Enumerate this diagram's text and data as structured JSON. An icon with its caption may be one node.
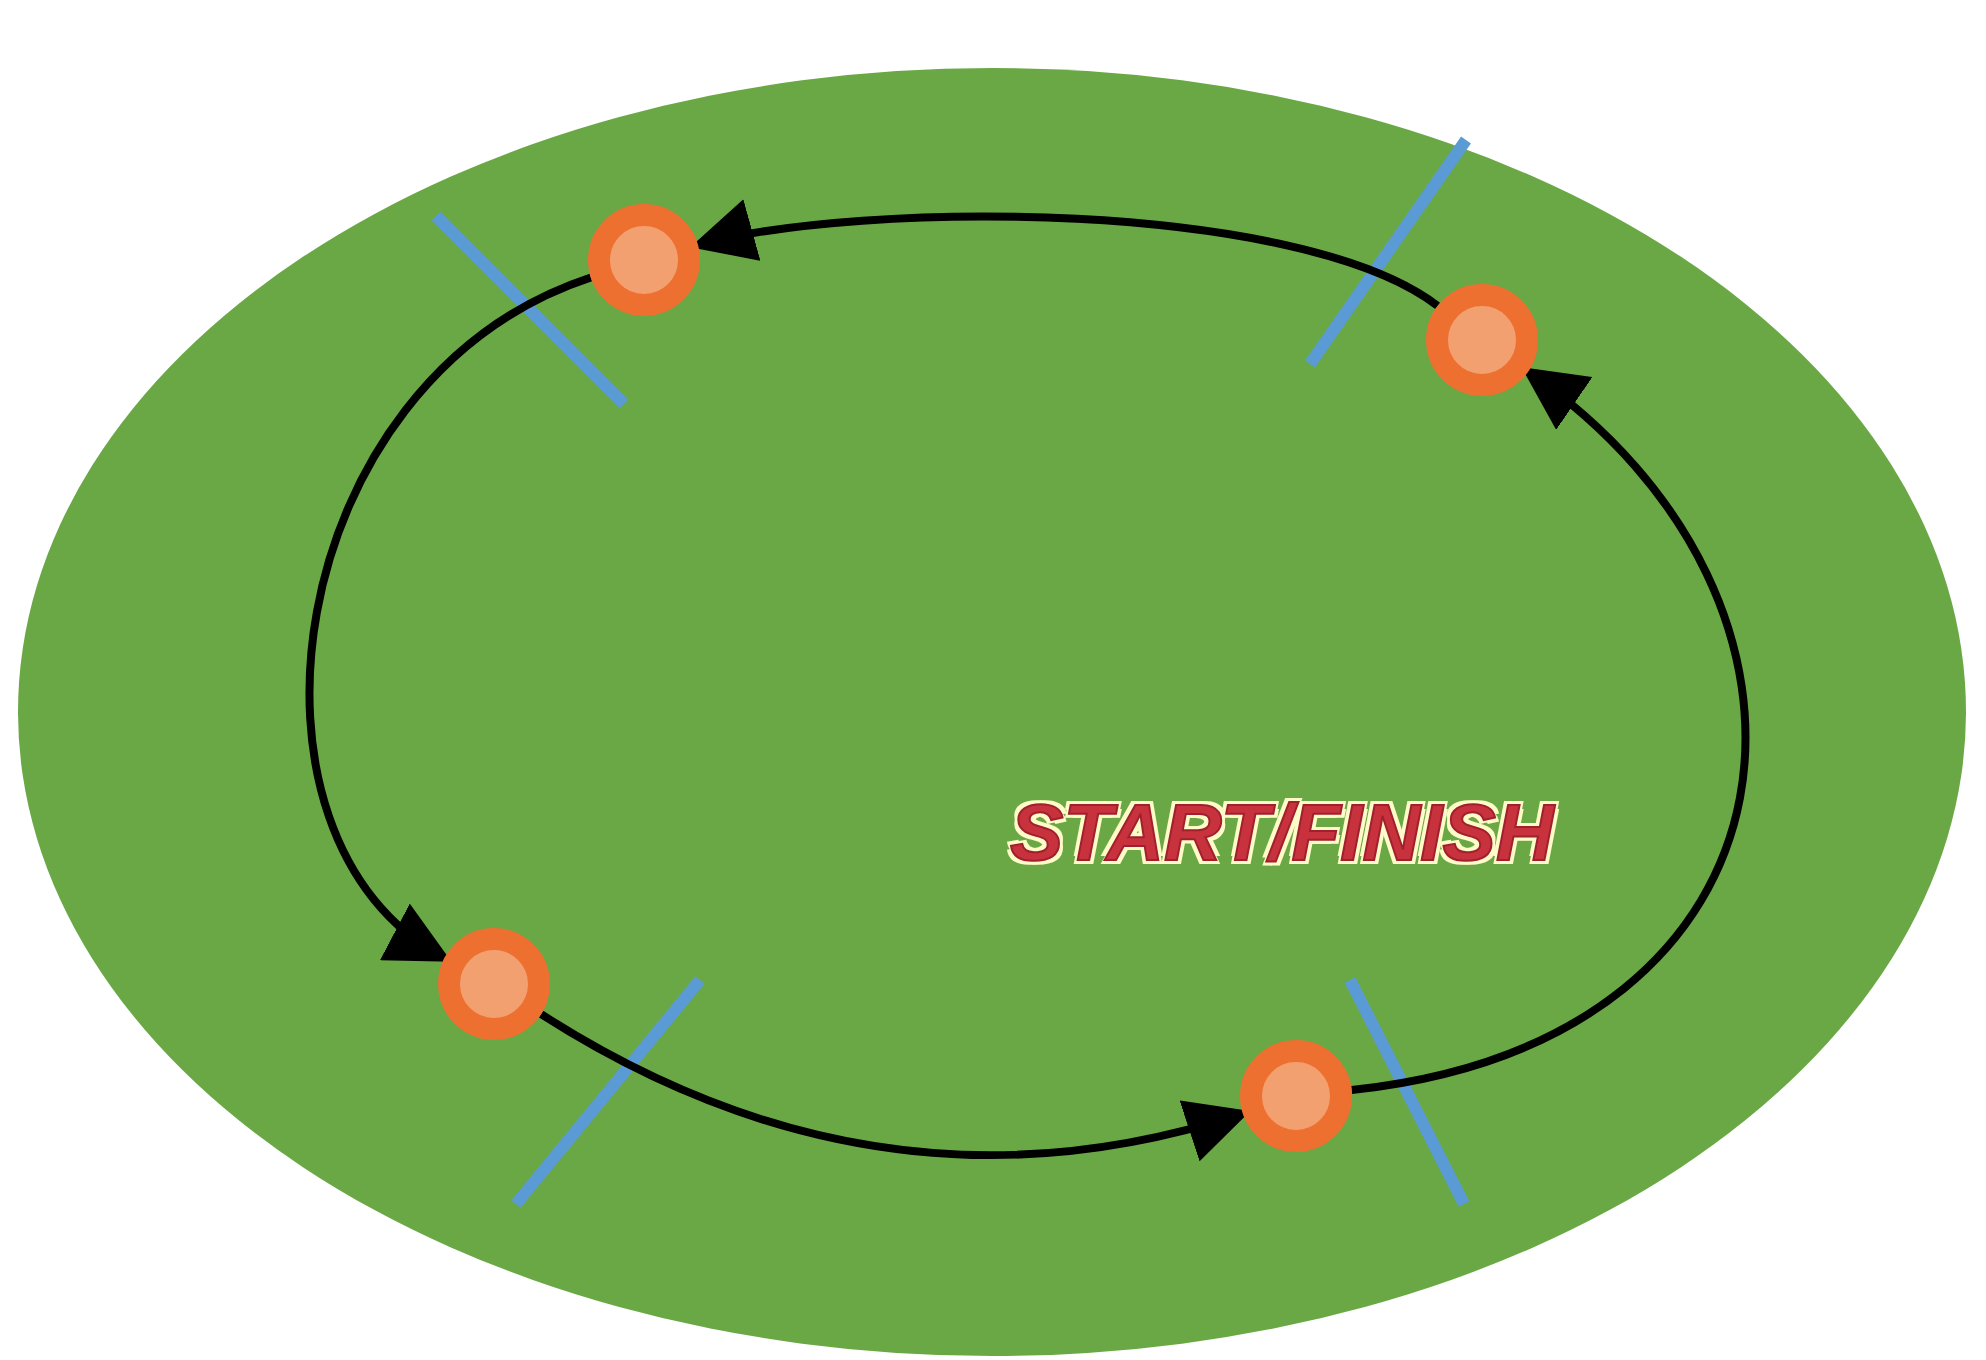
{
  "diagram": {
    "nodes": [
      {
        "text": [],
        "shape": "circle"
      },
      {
        "text": [],
        "shape": "circle"
      },
      {
        "text": [],
        "shape": "circle"
      },
      {
        "text": [],
        "shape": "circle"
      }
    ],
    "edges": [
      {
        "from": 1,
        "to": 0,
        "arrow": "to"
      },
      {
        "from": 0,
        "to": 2,
        "arrow": "to"
      },
      {
        "from": 2,
        "to": 3,
        "arrow": "to"
      },
      {
        "from": 3,
        "to": 1,
        "arrow": "to"
      }
    ],
    "labels": [
      "START/FINISH"
    ]
  }
}
